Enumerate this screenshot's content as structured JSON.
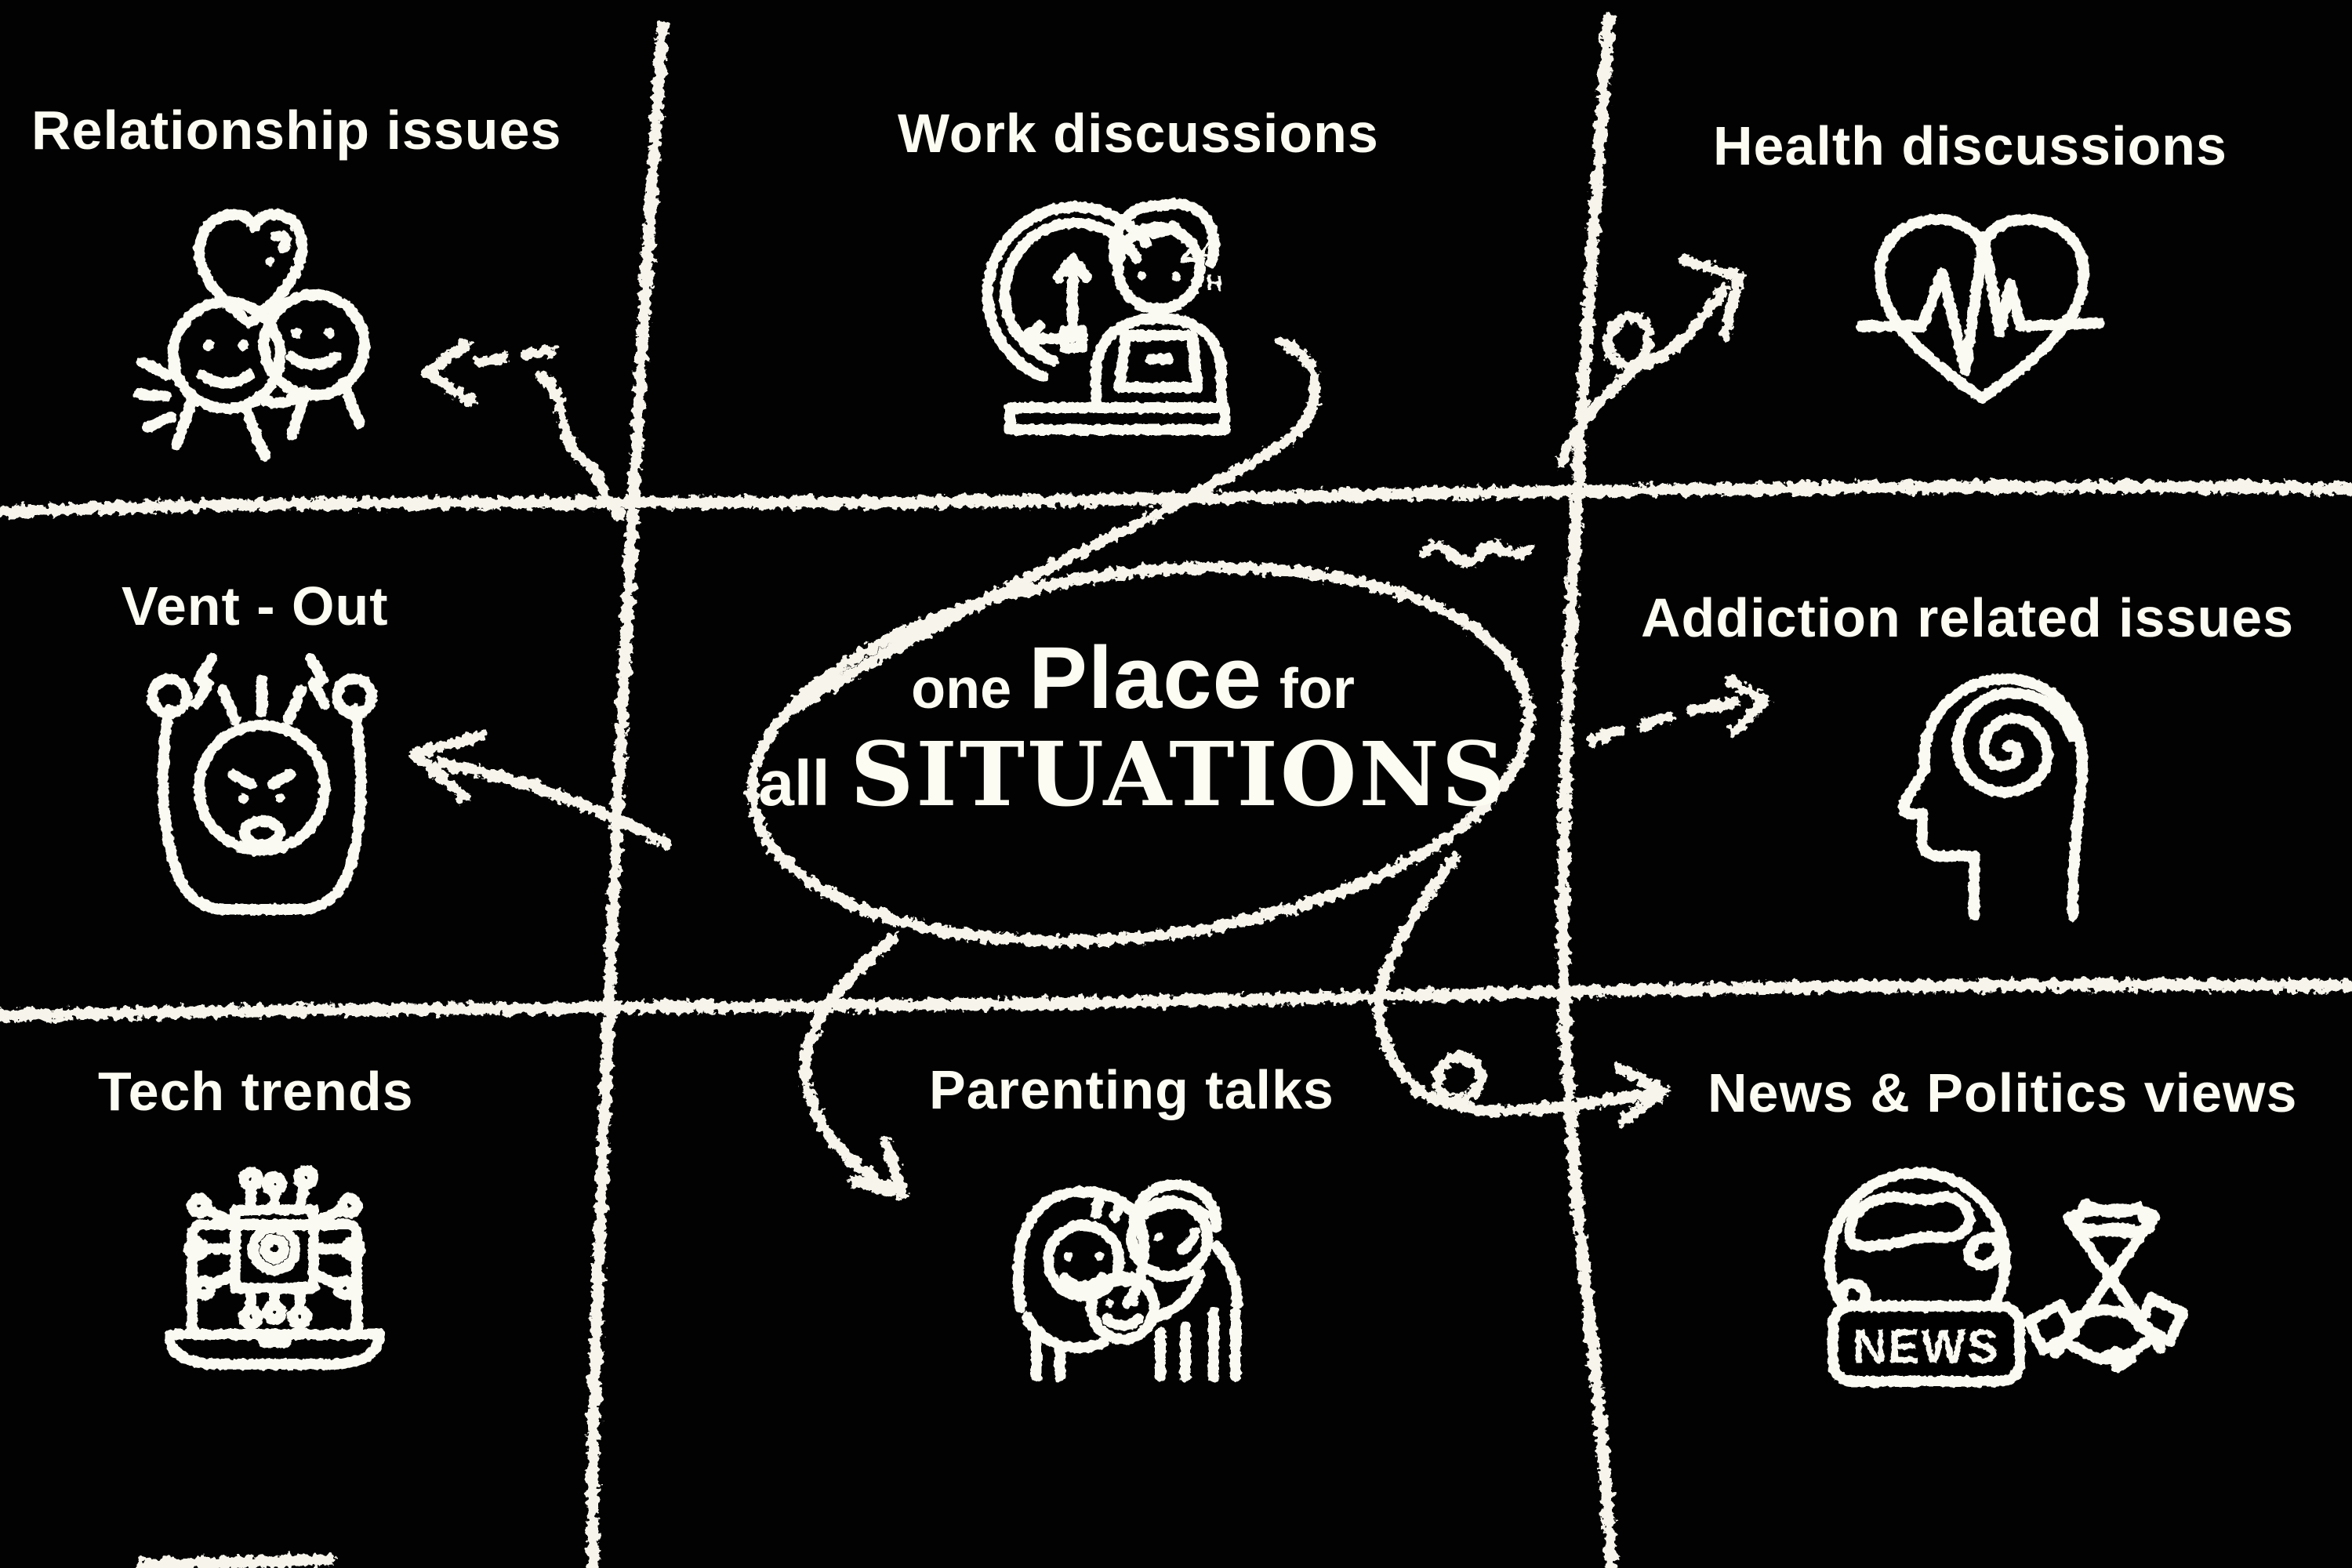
{
  "title": {
    "line1_pre": "one",
    "line1_main": "Place",
    "line1_post": "for",
    "line2_pre": "all",
    "line2_main": "SITUATIONS"
  },
  "cells": [
    {
      "id": "relationship",
      "label": "Relationship issues",
      "icon": "couple-heart-icon"
    },
    {
      "id": "work",
      "label": "Work discussions",
      "icon": "person-laptop-clock-icon",
      "icon_text_24": "24",
      "icon_text_h": "H"
    },
    {
      "id": "health",
      "label": "Health discussions",
      "icon": "heart-ekg-icon"
    },
    {
      "id": "vent",
      "label": "Vent - Out",
      "icon": "angry-person-icon"
    },
    {
      "id": "addiction",
      "label": "Addiction related issues",
      "icon": "head-spiral-icon"
    },
    {
      "id": "tech",
      "label": "Tech trends",
      "icon": "laptop-chip-circuit-icon"
    },
    {
      "id": "parenting",
      "label": "Parenting talks",
      "icon": "family-icon"
    },
    {
      "id": "news",
      "label": "News & Politics views",
      "icon": "globe-news-flags-handshake-icon",
      "badge": "NEWS"
    }
  ],
  "colors": {
    "background": "#020202",
    "chalk": "#f6f4eb",
    "text": "#fdfcf2"
  }
}
